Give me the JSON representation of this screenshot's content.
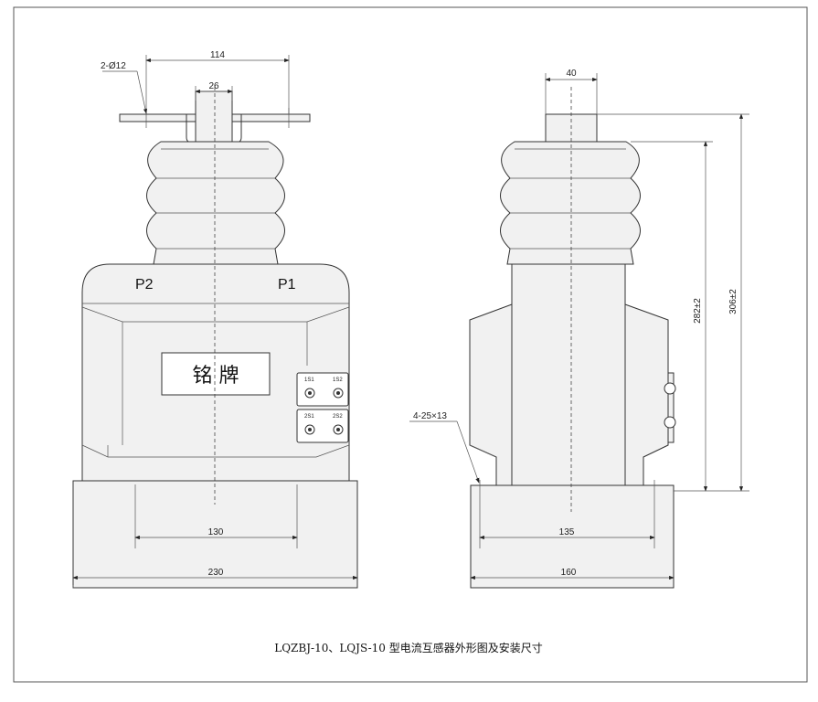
{
  "front_view": {
    "dim_holes": "2-Ø12",
    "dim_width_top": "114",
    "dim_stem": "26",
    "label_p2": "P2",
    "label_p1": "P1",
    "nameplate": "铭 牌",
    "terminal_1s1": "1S1",
    "terminal_1s2": "1S2",
    "terminal_2s1": "2S1",
    "terminal_2s2": "2S2",
    "dim_mount": "130",
    "dim_base": "230"
  },
  "side_view": {
    "dim_top": "40",
    "dim_slot": "4-25×13",
    "dim_height_inner": "282±2",
    "dim_height_outer": "306±2",
    "dim_mount": "135",
    "dim_base": "160"
  },
  "caption": "LQZBJ-10、LQJS-10 型电流互感器外形图及安装尺寸"
}
